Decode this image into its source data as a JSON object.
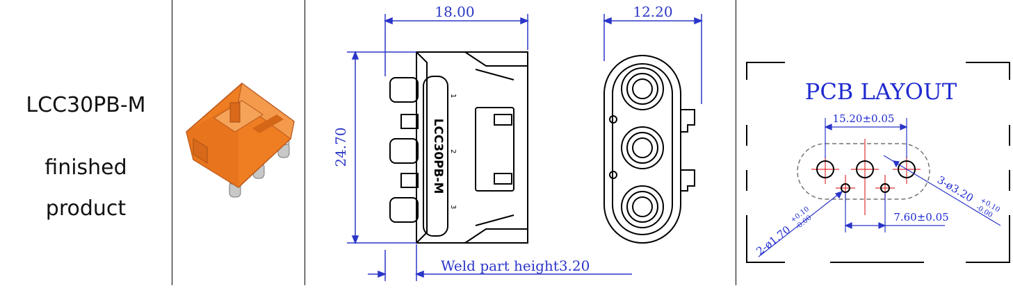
{
  "product": {
    "model": "LCC30PB-M",
    "line1": "finished",
    "line2": "product"
  },
  "drawing": {
    "width_dim": "18.00",
    "depth_dim": "12.20",
    "height_dim": "24.70",
    "weld_note": "Weld part height3.20",
    "body_text": "LCC30PB-M",
    "pin_marks": [
      "1",
      "2",
      "3"
    ]
  },
  "pcb": {
    "title": "PCB LAYOUT",
    "dim_top": "15.20±0.05",
    "dim_bottom": "7.60±0.05",
    "hole_large": "3-ø3.20",
    "hole_large_tol_plus": "+0.10",
    "hole_large_tol_minus": "-0.00",
    "hole_small": "2-ø1.70",
    "hole_small_tol_plus": "+0.10",
    "hole_small_tol_minus": "-0.00"
  },
  "colors": {
    "dimension": "#2a35c8",
    "pcb_guide": "#e03030",
    "connector_body": "#ef7d22",
    "outline": "#000000"
  }
}
